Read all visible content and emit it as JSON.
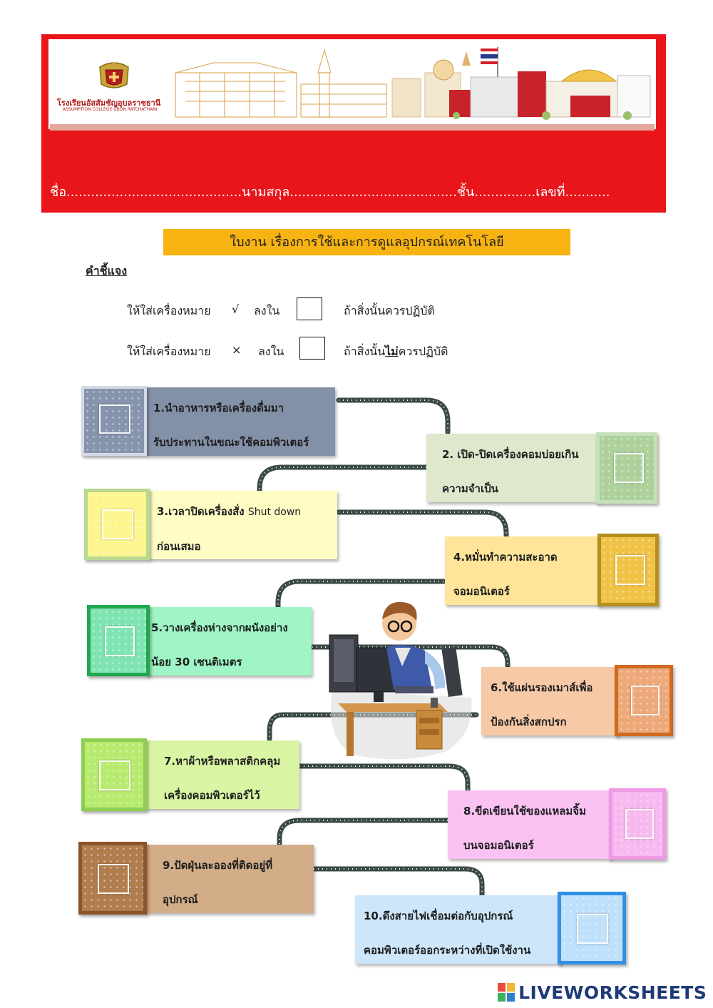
{
  "header": {
    "school_name_th": "โรงเรียนอัสสัมชัญอุบลราชธานี",
    "school_name_en": "ASSUMPTION COLLEGE UBON RATCHATHANI",
    "info_line": "ชื่อ...........................................นามสกุล.........................................ชั้น...............เลขที่..........."
  },
  "title": "ใบงาน  เรื่องการใช้และการดูแลอุปกรณ์เทคโนโลยี",
  "instructions": {
    "heading": "คำชี้แจง",
    "row1_pre": "ให้ใส่เครื่องหมาย",
    "row1_mark": "√",
    "row1_mid": "ลงใน",
    "row1_post": "ถ้าสิ่งนั้นควรปฏิบัติ",
    "row2_pre": "ให้ใส่เครื่องหมาย",
    "row2_mark": "×",
    "row2_mid": "ลงใน",
    "row2_post_a": "ถ้าสิ่งนั้น",
    "row2_post_b": "ไม่",
    "row2_post_c": "ควรปฏิบัติ"
  },
  "items": [
    {
      "l1": "1.นำอาหารหรือเครื่องดื่มมา",
      "l2": "รับประทานในขณะใช้คอมพิวเตอร์"
    },
    {
      "l1": "2. เปิด-ปิดเครื่องคอมบ่อยเกิน",
      "l2": "ความจำเป็น"
    },
    {
      "l1": "3.เวลาปิดเครื่องสั่ง ",
      "l1b": "Shut down",
      "l2": "ก่อนเสมอ"
    },
    {
      "l1": "4.หมั่นทำความสะอาด",
      "l2": "จอมอนิเตอร์"
    },
    {
      "l1": "5.วางเครื่องห่างจากผนังอย่าง",
      "l2": "น้อย 30 เซนติเมตร"
    },
    {
      "l1": "6.ใช้แผ่นรองเมาส์เพื่อ",
      "l2": "ป้องกันสิ่งสกปรก"
    },
    {
      "l1": "7.หาผ้าหรือพลาสติกคลุม",
      "l2": "เครื่องคอมพิวเตอร์ไว้"
    },
    {
      "l1": "8.ขีดเขียนใช้ของแหลมจิ้ม",
      "l2": "บนจอมอนิเตอร์"
    },
    {
      "l1": "9.ปัดฝุ่นละอองที่ติดอยู่ที่",
      "l2": "อุปกรณ์"
    },
    {
      "l1": "10.ดึงสายไฟเชื่อมต่อกับอุปกรณ์",
      "l2": "คอมพิวเตอร์ออกระหว่างที่เปิดใช้งาน"
    }
  ],
  "colors": {
    "header_red": "#e8161a",
    "title_orange": "#f6b312"
  },
  "footer": {
    "logo_text": "LIVEWORKSHEETS"
  }
}
